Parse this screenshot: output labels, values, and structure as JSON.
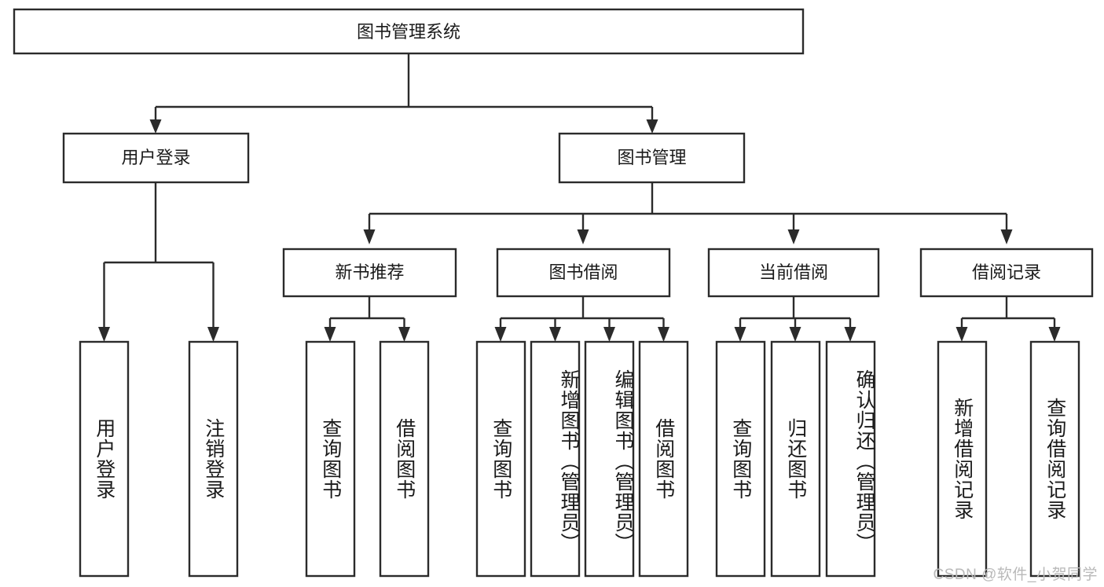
{
  "diagram": {
    "type": "tree-hierarchy",
    "title": "图书管理系统",
    "root": {
      "label": "图书管理系统"
    },
    "level2": [
      {
        "id": "user-login",
        "label": "用户登录"
      },
      {
        "id": "book-management",
        "label": "图书管理"
      }
    ],
    "level3": [
      {
        "id": "new-book-recommend",
        "label": "新书推荐",
        "parent": "book-management"
      },
      {
        "id": "book-borrow",
        "label": "图书借阅",
        "parent": "book-management"
      },
      {
        "id": "current-borrow",
        "label": "当前借阅",
        "parent": "book-management"
      },
      {
        "id": "borrow-record",
        "label": "借阅记录",
        "parent": "book-management"
      }
    ],
    "leaves": [
      {
        "id": "leaf-user-login",
        "label": "用户登录",
        "parent": "user-login"
      },
      {
        "id": "leaf-logout-login",
        "label": "注销登录",
        "parent": "user-login"
      },
      {
        "id": "leaf-query-book-1",
        "label": "查询图书",
        "parent": "new-book-recommend"
      },
      {
        "id": "leaf-borrow-book-1",
        "label": "借阅图书",
        "parent": "new-book-recommend"
      },
      {
        "id": "leaf-query-book-2",
        "label": "查询图书",
        "parent": "book-borrow"
      },
      {
        "id": "leaf-add-book",
        "label": "新增图书（管理员）",
        "parent": "book-borrow"
      },
      {
        "id": "leaf-edit-book",
        "label": "编辑图书（管理员）",
        "parent": "book-borrow"
      },
      {
        "id": "leaf-borrow-book-2",
        "label": "借阅图书",
        "parent": "book-borrow"
      },
      {
        "id": "leaf-query-book-3",
        "label": "查询图书",
        "parent": "current-borrow"
      },
      {
        "id": "leaf-return-book",
        "label": "归还图书",
        "parent": "current-borrow"
      },
      {
        "id": "leaf-confirm-return",
        "label": "确认归还（管理员）",
        "parent": "current-borrow"
      },
      {
        "id": "leaf-add-borrow-record",
        "label": "新增借阅记录",
        "parent": "borrow-record"
      },
      {
        "id": "leaf-query-borrow-record",
        "label": "查询借阅记录",
        "parent": "borrow-record"
      }
    ],
    "colors": {
      "box_stroke": "#2b2b2b",
      "box_fill": "#ffffff",
      "text": "#1a1a1a",
      "watermark": "#b9b9b9",
      "background": "#ffffff"
    }
  },
  "watermark": {
    "text": "CSDN @软件_小贺同学"
  }
}
